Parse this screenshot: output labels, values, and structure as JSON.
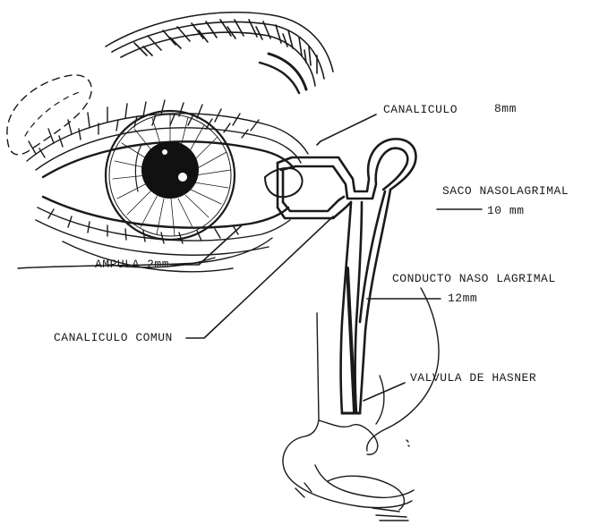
{
  "labels": {
    "canaliculo": "CANALICULO",
    "canaliculo_size": "8mm",
    "saco": "SACO NASOLAGRIMAL",
    "saco_size": "10 mm",
    "conducto": "CONDUCTO NASO LAGRIMAL",
    "conducto_size": "12mm",
    "ampula": "AMPULA 2mm",
    "canaliculo_comun": "CANALICULO COMUN",
    "valvula": "VALVULA DE HASNER"
  },
  "colors": {
    "ink": "#1a1a1a",
    "background": "#ffffff"
  }
}
